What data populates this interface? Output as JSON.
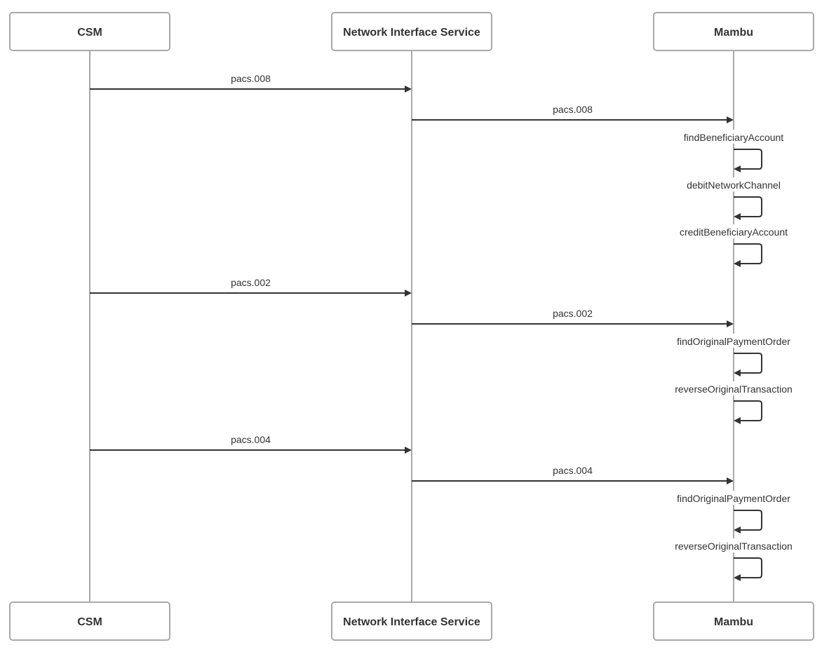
{
  "participants": [
    {
      "name": "CSM"
    },
    {
      "name": "Network Interface Service"
    },
    {
      "name": "Mambu"
    }
  ],
  "messages": [
    {
      "from": 0,
      "to": 1,
      "label": "pacs.008"
    },
    {
      "from": 1,
      "to": 2,
      "label": "pacs.008"
    },
    {
      "from": 2,
      "to": 2,
      "label": "findBeneficiaryAccount"
    },
    {
      "from": 2,
      "to": 2,
      "label": "debitNetworkChannel"
    },
    {
      "from": 2,
      "to": 2,
      "label": "creditBeneficiaryAccount"
    },
    {
      "from": 0,
      "to": 1,
      "label": "pacs.002"
    },
    {
      "from": 1,
      "to": 2,
      "label": "pacs.002"
    },
    {
      "from": 2,
      "to": 2,
      "label": "findOriginalPaymentOrder"
    },
    {
      "from": 2,
      "to": 2,
      "label": "reverseOriginalTransaction"
    },
    {
      "from": 0,
      "to": 1,
      "label": "pacs.004"
    },
    {
      "from": 1,
      "to": 2,
      "label": "pacs.004"
    },
    {
      "from": 2,
      "to": 2,
      "label": "findOriginalPaymentOrder"
    },
    {
      "from": 2,
      "to": 2,
      "label": "reverseOriginalTransaction"
    }
  ],
  "colors": {
    "box_border": "#a9a9a9",
    "line": "#333333",
    "text": "#333333"
  }
}
